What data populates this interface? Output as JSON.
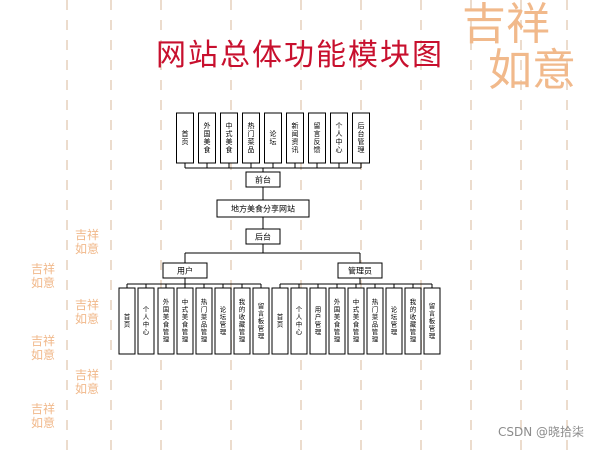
{
  "title": "网站总体功能模块图",
  "decor": {
    "big_line1": "吉祥",
    "big_line2": "如意",
    "stamp_text": "吉祥如意"
  },
  "diagram": {
    "front_items": [
      "首页",
      "外国美食",
      "中式美食",
      "热门菜品",
      "论坛",
      "新闻资讯",
      "留言反馈",
      "个人中心",
      "后台管理"
    ],
    "front_label": "前台",
    "center_label": "地方美食分享网站",
    "back_label": "后台",
    "user_label": "用户",
    "admin_label": "管理员",
    "user_items": [
      "首页",
      "个人中心",
      "外国美食管理",
      "中式美食管理",
      "热门菜品管理",
      "论坛管理",
      "我的收藏管理",
      "留言板管理"
    ],
    "admin_items": [
      "首页",
      "个人中心",
      "用户管理",
      "外国美食管理",
      "中式美食管理",
      "热门菜品管理",
      "论坛管理",
      "我的收藏管理",
      "留言板管理"
    ]
  },
  "watermark": "CSDN @晓拾柒"
}
